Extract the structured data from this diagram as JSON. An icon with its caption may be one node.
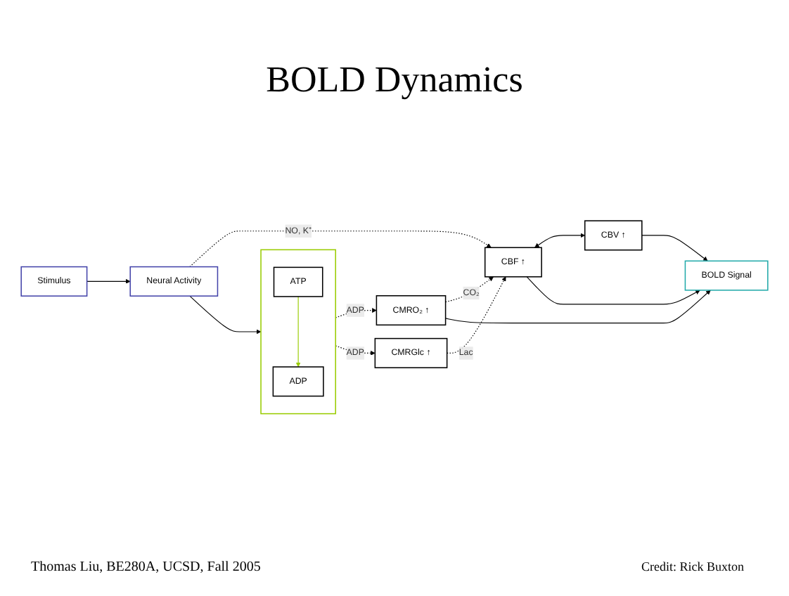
{
  "diagram": {
    "title": "BOLD Dynamics",
    "nodes": [
      {
        "text": [
          "Stimulus"
        ]
      },
      {
        "text": [
          "Neural Activity"
        ]
      },
      {
        "text": [],
        "shape": "box"
      },
      {
        "text": [
          "ATP"
        ],
        "in": 2
      },
      {
        "text": [
          "ADP"
        ],
        "in": 2
      },
      {
        "text": [
          "CMRO₂ ↑"
        ]
      },
      {
        "text": [
          "CBF ↑"
        ]
      },
      {
        "text": [
          "CMRGlc ↑"
        ]
      },
      {
        "text": [
          "CBV ↑"
        ]
      },
      {
        "text": [
          "BOLD Signal"
        ]
      }
    ],
    "edges": [
      {
        "from": 0,
        "to": 1,
        "arrow": "to"
      },
      {
        "from": 1,
        "to": 2,
        "arrow": "to"
      },
      {
        "from": 3,
        "to": 4,
        "arrow": "to",
        "color": "#99cc00"
      },
      {
        "from": 2,
        "to": 5,
        "arrow": "to",
        "label": "ADP",
        "style": "dashed"
      },
      {
        "from": 1,
        "to": 6,
        "arrow": "to",
        "label": "NO, K⁺",
        "style": "dashed"
      },
      {
        "from": 2,
        "to": 7,
        "arrow": "to",
        "label": "ADP",
        "style": "dashed"
      },
      {
        "from": 7,
        "to": 6,
        "arrow": "to",
        "label": "Lac",
        "style": "dashed"
      },
      {
        "from": 5,
        "to": 6,
        "arrow": "to",
        "label": "CO₂",
        "style": "dashed"
      },
      {
        "from": 6,
        "to": 8,
        "arrow": "both"
      },
      {
        "from": 5,
        "to": 9,
        "arrow": "to"
      },
      {
        "from": 6,
        "to": 9,
        "arrow": "to"
      },
      {
        "from": 8,
        "to": 9,
        "arrow": "to"
      }
    ],
    "labels": [
      "Thomas Liu, BE280A, UCSD, Fall 2005",
      "Credit: Rick Buxton"
    ]
  }
}
